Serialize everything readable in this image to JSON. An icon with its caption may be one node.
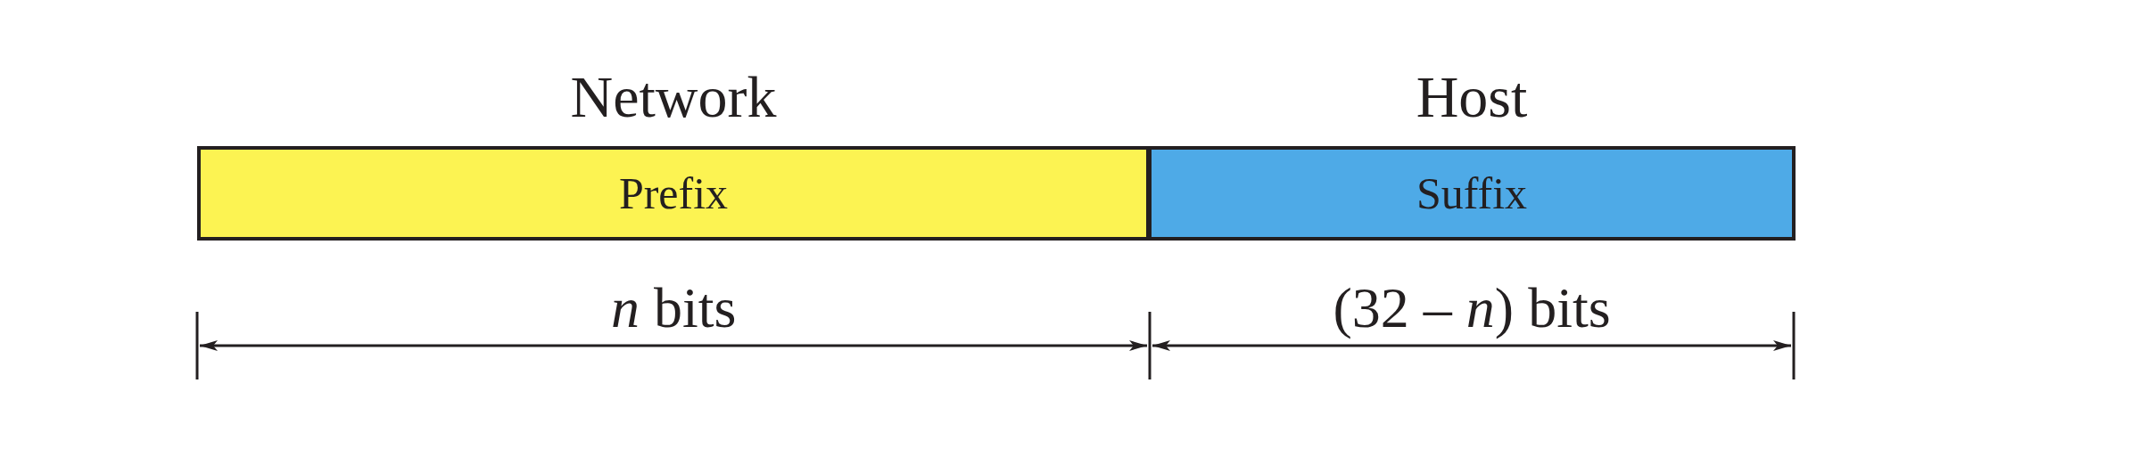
{
  "diagram": {
    "nodes": [
      {
        "text": [
          "Network",
          "Prefix"
        ]
      },
      {
        "text": [
          "Host",
          "Suffix"
        ]
      }
    ],
    "edges": [],
    "labels": [
      "*n* bits",
      "(32 – *n*) bits"
    ]
  }
}
